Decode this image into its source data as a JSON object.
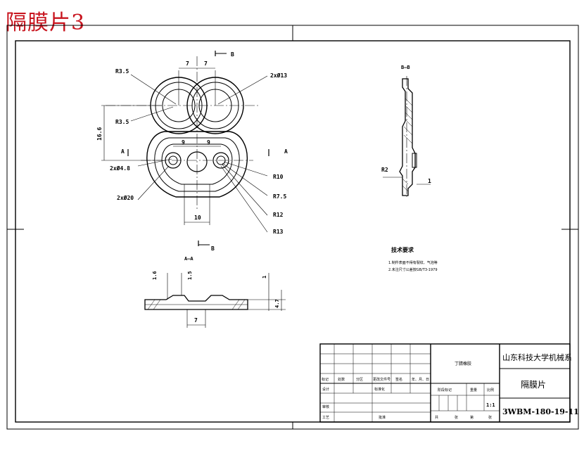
{
  "page_title": "隔膜片3",
  "dimensions": {
    "r35_a": "R3.5",
    "r35_b": "R3.5",
    "holes_2x13": "2xØ13",
    "vertical_166": "16.6",
    "two_x_48": "2xØ4.8",
    "two_x_20": "2xØ20",
    "w10": "10",
    "r10": "R10",
    "r75": "R7.5",
    "r12": "R12",
    "r13": "R13",
    "top_7a": "7",
    "top_7b": "7",
    "mid_9a": "9",
    "mid_9b": "9",
    "section_a_left": "A",
    "section_a_right": "A",
    "section_b_top": "B",
    "section_b_bottom": "B",
    "sec_h_1a": "1.6",
    "sec_h_1b": "1.5",
    "sec_right_1": "1",
    "sec_right_2": "4.7",
    "sec_bottom_7": "7",
    "side_r2": "R2",
    "side_1": "1"
  },
  "view_labels": {
    "side_view": "B—B",
    "section_view": "A—A"
  },
  "notes": {
    "title": "技术要求",
    "line1": "1.制件表面不得有裂纹、气泡等",
    "line2": "2.未注尺寸公差按GB/T3-1979"
  },
  "title_block": {
    "school": "山东科技大学机械系",
    "part_name": "隔膜片",
    "drawing_no": "3WBM-180-19-11",
    "material": "丁腈橡胶",
    "scale": "1:1",
    "header_row": [
      "标记",
      "处数",
      "分区",
      "更改文件号",
      "签名",
      "年、月、日"
    ],
    "design_row": [
      "设计",
      "标准化"
    ],
    "review_label": "审核",
    "process_label": "工艺",
    "approve_label": "批准",
    "stage_headers": [
      "阶段标记",
      "重量",
      "比例"
    ],
    "sheet_row": [
      "共",
      "张",
      "第",
      "张"
    ]
  }
}
